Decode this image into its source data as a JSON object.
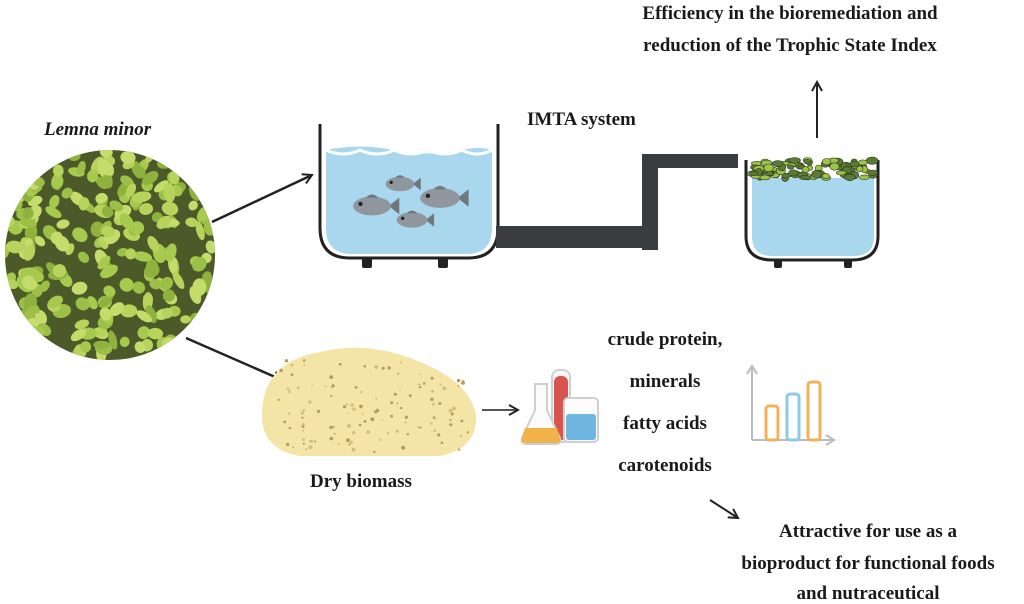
{
  "plant": {
    "name": "Lemna minor"
  },
  "system": {
    "label": "IMTA system"
  },
  "efficiency": {
    "lines": [
      "Efficiency in the bioremediation and",
      "reduction of the Trophic State Index"
    ]
  },
  "biomass": {
    "label": "Dry biomass"
  },
  "nutrients": {
    "items": [
      "crude protein,",
      "minerals",
      "fatty acids",
      "carotenoids"
    ]
  },
  "outcome": {
    "lines": [
      "Attractive for use as a",
      "bioproduct for functional foods",
      "and nutraceutical"
    ]
  },
  "colors": {
    "water": "#a9d8ee",
    "duckweed": "#9fc24a",
    "powder": "#f4e4a6",
    "pipe": "#3a3d40",
    "fish": "#8f969d",
    "flask_orange": "#f2b24a",
    "flask_red": "#d9534f",
    "flask_blue": "#6fb7e0",
    "bar_orange": "#f0b25a",
    "bar_blue": "#8ccbe8"
  },
  "icons": [
    "fish-icon",
    "flask-icon",
    "bar-chart-icon",
    "arrow-icon"
  ]
}
